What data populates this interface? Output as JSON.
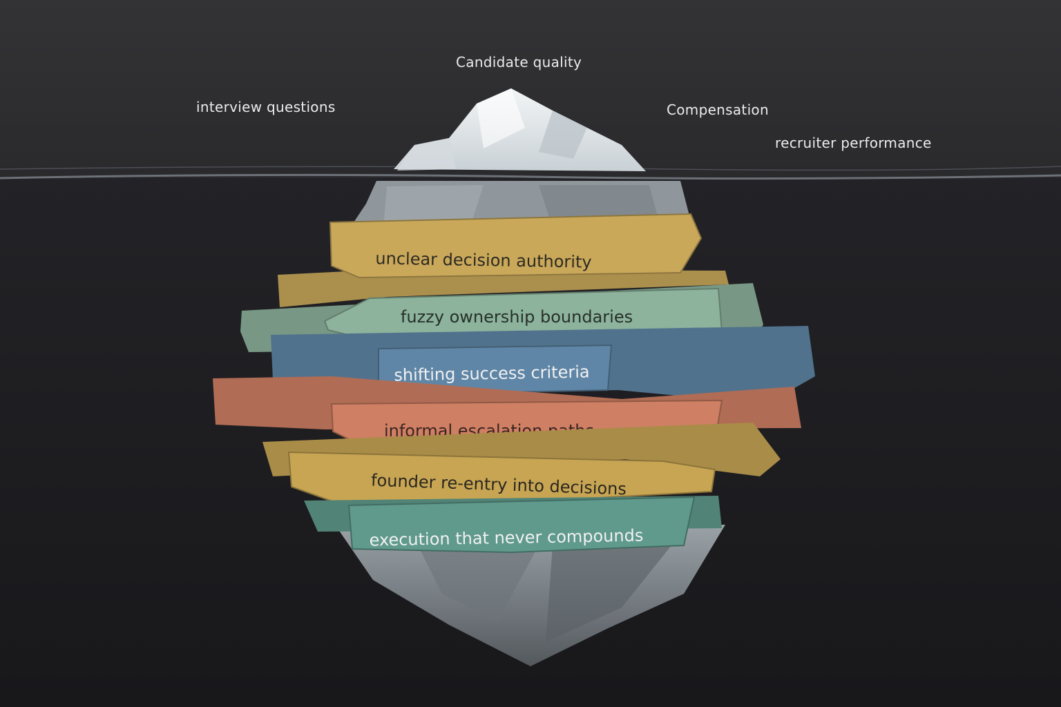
{
  "above_water": [
    {
      "label": "Candidate quality"
    },
    {
      "label": "interview questions"
    },
    {
      "label": "Compensation"
    },
    {
      "label": "recruiter performance"
    }
  ],
  "below_water": [
    {
      "label": "unclear decision authority",
      "color": "#c9a85a",
      "text_color": "#2e2a22"
    },
    {
      "label": "fuzzy ownership boundaries",
      "color": "#8db39c",
      "text_color": "#26302a"
    },
    {
      "label": "shifting success criteria",
      "color": "#5f86a6",
      "text_color": "#f1f1f1"
    },
    {
      "label": "informal escalation paths",
      "color": "#cf7f63",
      "text_color": "#3a2520"
    },
    {
      "label": "founder re-entry into decisions",
      "color": "#c7a553",
      "text_color": "#2b271f"
    },
    {
      "label": "execution that never compounds",
      "color": "#5f9a8c",
      "text_color": "#f1f1f1"
    }
  ],
  "colors": {
    "sky": "#2e2e31",
    "water": "#1d1d21",
    "ice_tip": "#e7ecef",
    "ice_base": "#8e969c"
  }
}
